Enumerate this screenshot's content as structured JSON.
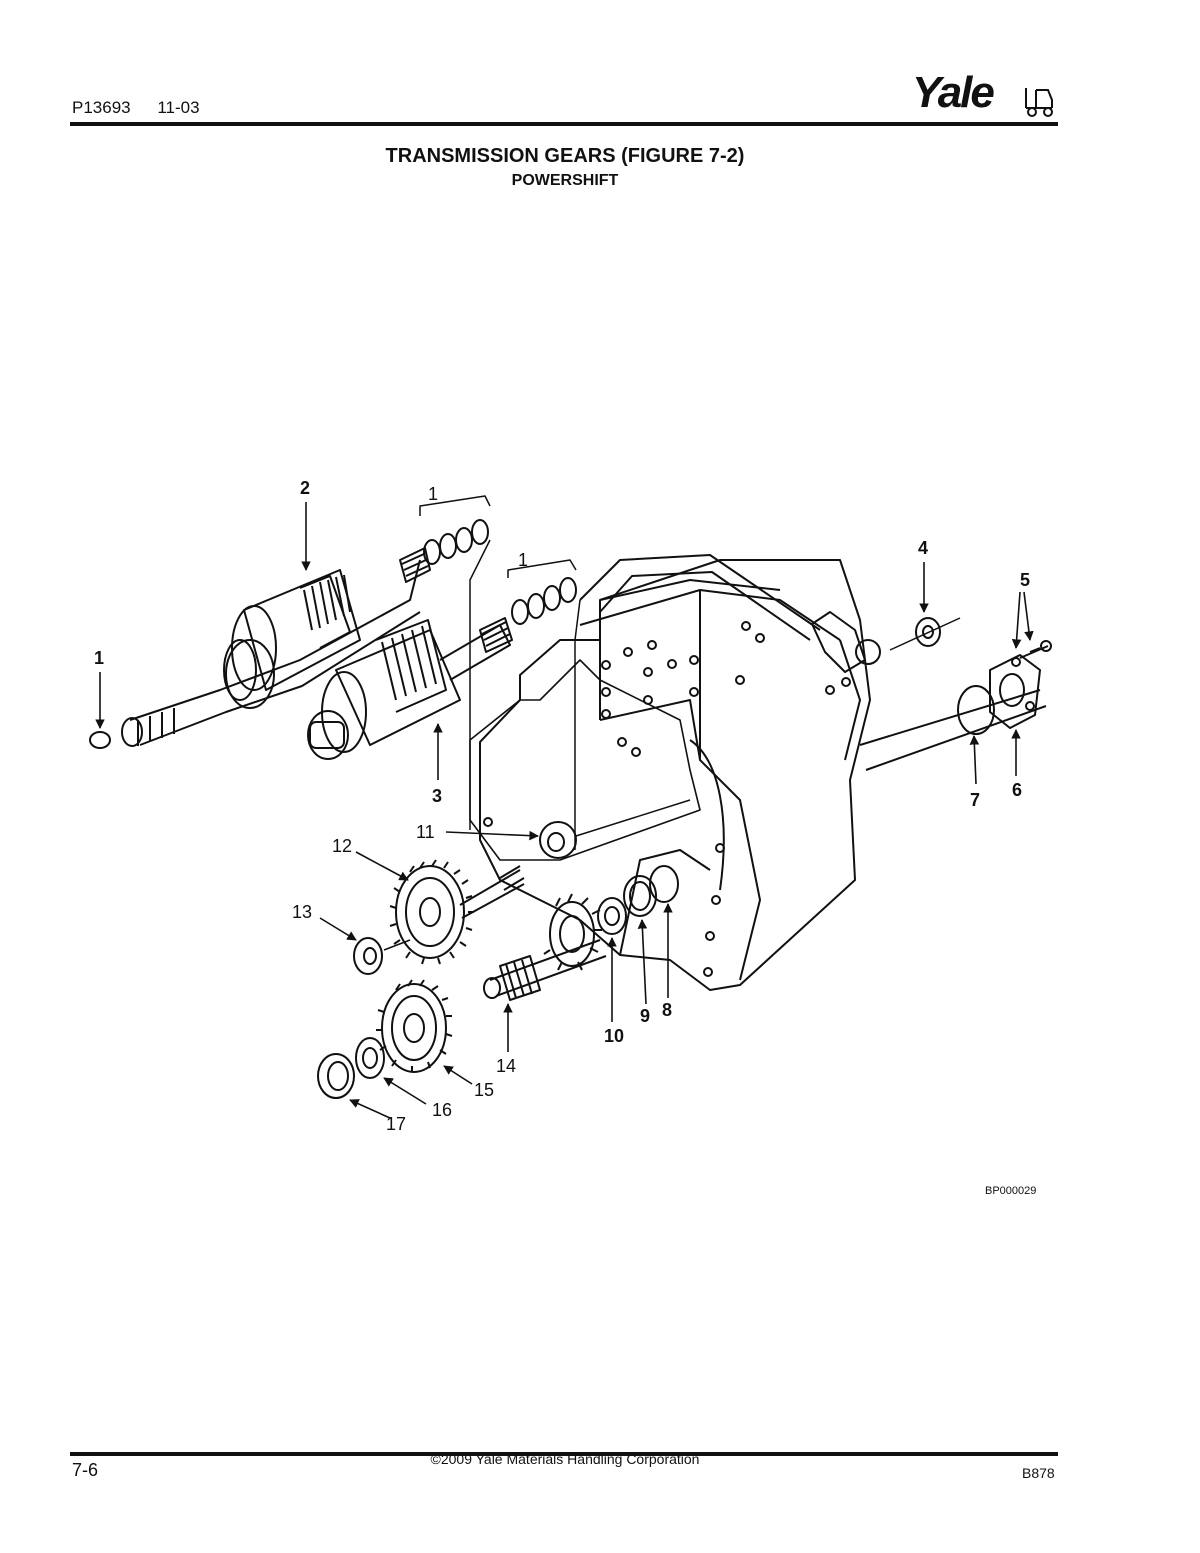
{
  "header": {
    "doc_number": "P13693",
    "doc_date": "11-03",
    "logo_text": "Yale"
  },
  "title": "TRANSMISSION GEARS (FIGURE 7-2)",
  "subtitle": "POWERSHIFT",
  "figure": {
    "reference": "BP000029",
    "callouts": {
      "c1a": "1",
      "c1b": "1",
      "c1c": "1",
      "c2": "2",
      "c3": "3",
      "c4": "4",
      "c5": "5",
      "c6": "6",
      "c7": "7",
      "c8": "8",
      "c9": "9",
      "c10": "10",
      "c11": "11",
      "c12": "12",
      "c13": "13",
      "c14": "14",
      "c15": "15",
      "c16": "16",
      "c17": "17"
    }
  },
  "footer": {
    "page": "7-6",
    "copyright": "©2009 Yale Materials Handling Corporation",
    "code": "B878"
  },
  "colors": {
    "ink": "#111111",
    "paper": "#ffffff"
  }
}
